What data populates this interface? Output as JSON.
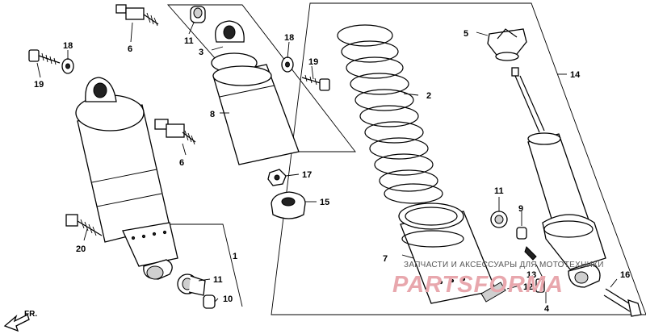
{
  "callouts": {
    "c1": "1",
    "c2": "2",
    "c3": "3",
    "c4": "4",
    "c5": "5",
    "c6a": "6",
    "c6b": "6",
    "c7": "7",
    "c8": "8",
    "c9": "9",
    "c10": "10",
    "c11a": "11",
    "c11b": "11",
    "c11c": "11",
    "c12": "12",
    "c13": "13",
    "c14": "14",
    "c15": "15",
    "c16": "16",
    "c17": "17",
    "c18a": "18",
    "c18b": "18",
    "c19a": "19",
    "c19b": "19",
    "c20": "20"
  },
  "watermark": {
    "caption": "ЗАПЧАСТИ И АКСЕССУАРЫ ДЛЯ МОТОТЕХНИКИ",
    "logo": "PARTSFORMA"
  },
  "orientation": {
    "label": "FR."
  }
}
